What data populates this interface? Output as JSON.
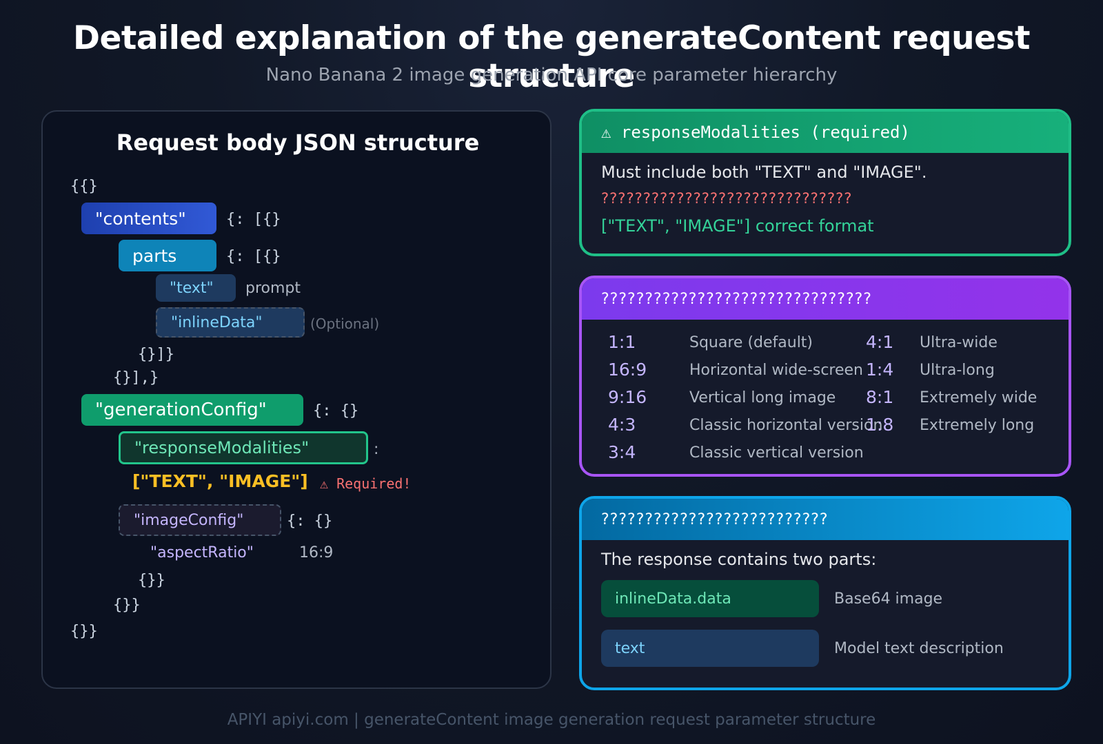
{
  "header": {
    "title": "Detailed explanation of the generateContent request structure",
    "subtitle": "Nano Banana 2 image generation API core parameter hierarchy"
  },
  "left_panel": {
    "title": "Request body JSON structure",
    "open_root": "{{}",
    "contents_key": "\"contents\"",
    "contents_brace": "{: [{}",
    "parts_key": "parts",
    "parts_brace": "{: [{}",
    "text_key": "\"text\"",
    "text_value": "prompt",
    "inline_key": "\"inlineData\"",
    "inline_note": "(Optional)",
    "close_parts": "{}]}",
    "close_contents": "{}],}",
    "gen_key": "\"generationConfig\"",
    "gen_brace": "{: {}",
    "resp_key": "\"responseModalities\"",
    "resp_colon": ":",
    "resp_value": "[\"TEXT\", \"IMAGE\"]",
    "required_note": "⚠ Required!",
    "img_key": "\"imageConfig\"",
    "img_brace": "{: {}",
    "aspect_key": "\"aspectRatio\"",
    "aspect_value": "16:9",
    "close_img": "{}}",
    "close_gen": "{}}",
    "close_root": "{}}"
  },
  "card1": {
    "header": "⚠ responseModalities (required)",
    "line1": "Must include both \"TEXT\" and \"IMAGE\".",
    "line2": "??????????????????????????????",
    "line3": "[\"TEXT\", \"IMAGE\"] correct format"
  },
  "card2": {
    "header": "???????????????????????????????",
    "ratios": [
      {
        "ratio": "1:1",
        "desc": "Square (default)"
      },
      {
        "ratio": "16:9",
        "desc": "Horizontal wide-screen"
      },
      {
        "ratio": "9:16",
        "desc": "Vertical long image"
      },
      {
        "ratio": "4:3",
        "desc": "Classic horizontal version"
      },
      {
        "ratio": "3:4",
        "desc": "Classic vertical version"
      },
      {
        "ratio": "4:1",
        "desc": "Ultra-wide"
      },
      {
        "ratio": "1:4",
        "desc": "Ultra-long"
      },
      {
        "ratio": "8:1",
        "desc": "Extremely wide"
      },
      {
        "ratio": "1:8",
        "desc": "Extremely long"
      }
    ]
  },
  "card3": {
    "header": "??????????????????????????",
    "intro": "The response contains two parts:",
    "parts": [
      {
        "name": "inlineData.data",
        "desc": "Base64 image"
      },
      {
        "name": "text",
        "desc": "Model text description"
      }
    ]
  },
  "footer": {
    "text": "APIYI apiyi.com | generateContent image generation request parameter structure"
  }
}
